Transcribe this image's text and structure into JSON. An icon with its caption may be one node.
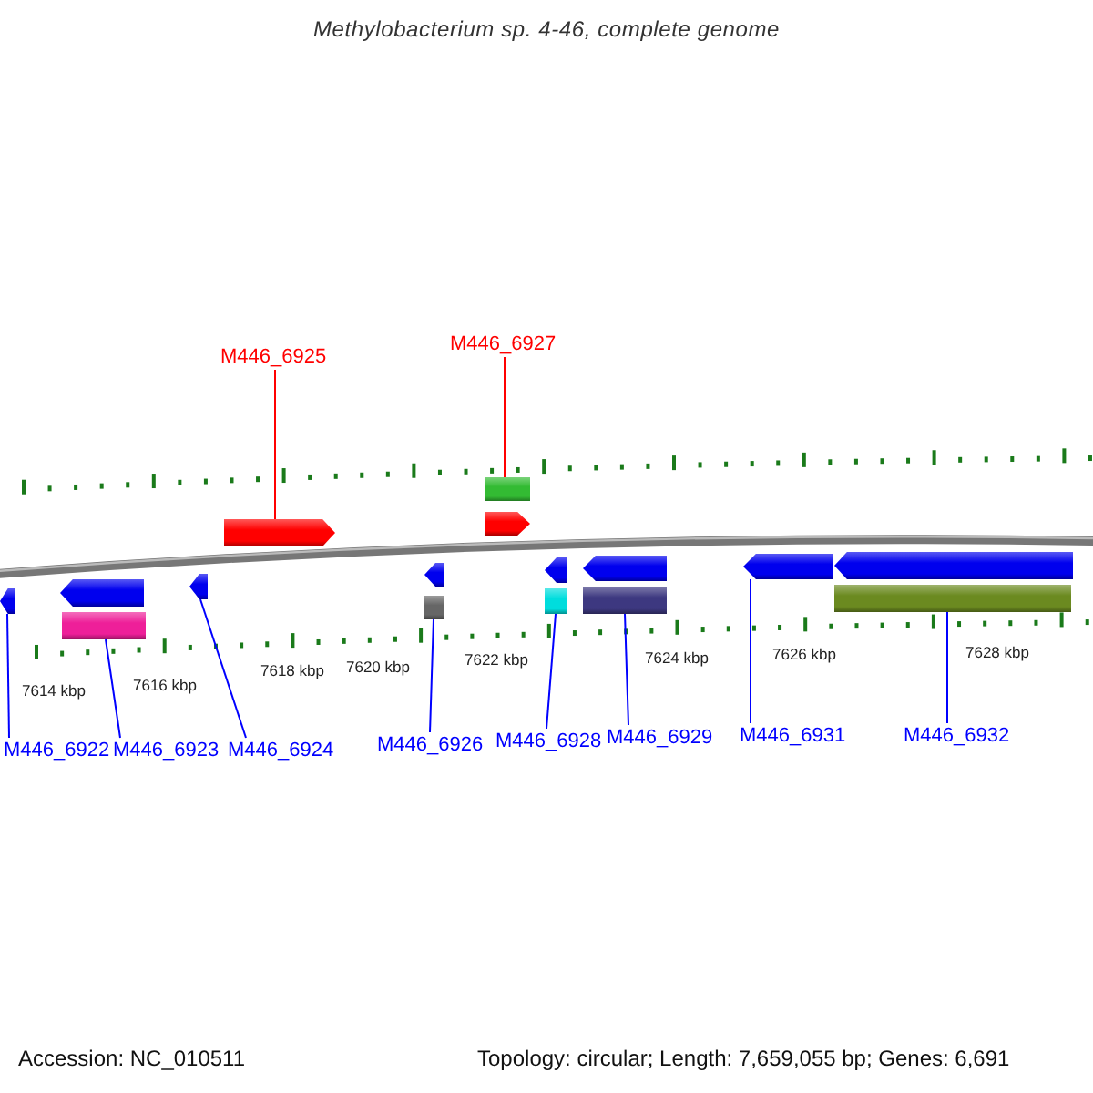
{
  "diagram": {
    "title": "Methylobacterium sp. 4-46, complete genome",
    "nodes": [
      {
        "text": [
          "M446_6925"
        ]
      },
      {
        "text": [
          "M446_6927"
        ]
      },
      {
        "text": [],
        "shape": "pentagon"
      },
      {
        "text": [],
        "shape": "bar"
      },
      {
        "text": [],
        "shape": "pentagon"
      },
      {
        "text": [],
        "shape": "pentagon"
      },
      {
        "text": [],
        "shape": "pentagon"
      },
      {
        "text": [],
        "shape": "bar"
      },
      {
        "text": [],
        "shape": "pentagon"
      },
      {
        "text": [],
        "shape": "pentagon"
      },
      {
        "text": [],
        "shape": "bar"
      },
      {
        "text": [],
        "shape": "pentagon"
      },
      {
        "text": [],
        "shape": "bar"
      },
      {
        "text": [],
        "shape": "pentagon"
      },
      {
        "text": [],
        "shape": "bar"
      },
      {
        "text": [],
        "shape": "pentagon"
      },
      {
        "text": [],
        "shape": "pentagon"
      },
      {
        "text": [],
        "shape": "bar"
      },
      {
        "text": [
          "M446_6922"
        ]
      },
      {
        "text": [
          "M446_6923"
        ]
      },
      {
        "text": [
          "M446_6924"
        ]
      },
      {
        "text": [
          "M446_6926"
        ]
      },
      {
        "text": [
          "M446_6928"
        ]
      },
      {
        "text": [
          "M446_6929"
        ]
      },
      {
        "text": [
          "M446_6931"
        ]
      },
      {
        "text": [
          "M446_6932"
        ]
      }
    ],
    "edges": [
      {
        "from": 0,
        "to": 2,
        "arrow": "none",
        "color": "#ff0000"
      },
      {
        "from": 1,
        "to": 3,
        "arrow": "none",
        "color": "#ff0000"
      },
      {
        "from": 18,
        "to": 5,
        "arrow": "none"
      },
      {
        "from": 19,
        "to": 7,
        "arrow": "none"
      },
      {
        "from": 20,
        "to": 8,
        "arrow": "none"
      },
      {
        "from": 21,
        "to": 10,
        "arrow": "none"
      },
      {
        "from": 22,
        "to": 12,
        "arrow": "none"
      },
      {
        "from": 23,
        "to": 14,
        "arrow": "none"
      },
      {
        "from": 24,
        "to": 15,
        "arrow": "none"
      },
      {
        "from": 25,
        "to": 17,
        "arrow": "none"
      }
    ],
    "labels": [
      "7614 kbp",
      "7616 kbp",
      "7618 kbp",
      "7620 kbp",
      "7622 kbp",
      "7624 kbp",
      "7626 kbp",
      "7628 kbp",
      "Accession: NC_010511",
      "Topology: circular; Length: 7,659,055 bp; Genes: 6,691"
    ]
  }
}
